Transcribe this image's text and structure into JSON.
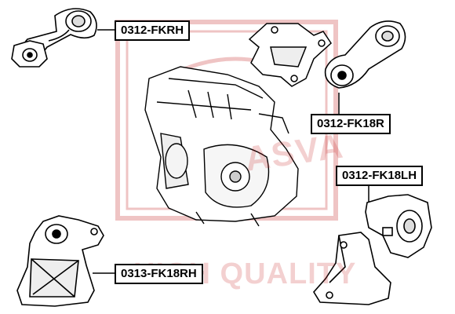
{
  "watermark": {
    "brand_letters": "ASVA",
    "bottom_text": "HIGH QUALITY",
    "color": "#c83030"
  },
  "labels": {
    "top_left": "0312-FKRH",
    "top_right": "0312-FK18R",
    "mid_right": "0312-FK18LH",
    "bottom_left": "0313-FK18RH"
  },
  "colors": {
    "line": "#000000",
    "part_fill": "#ffffff",
    "shade": "#d9d9d9"
  }
}
